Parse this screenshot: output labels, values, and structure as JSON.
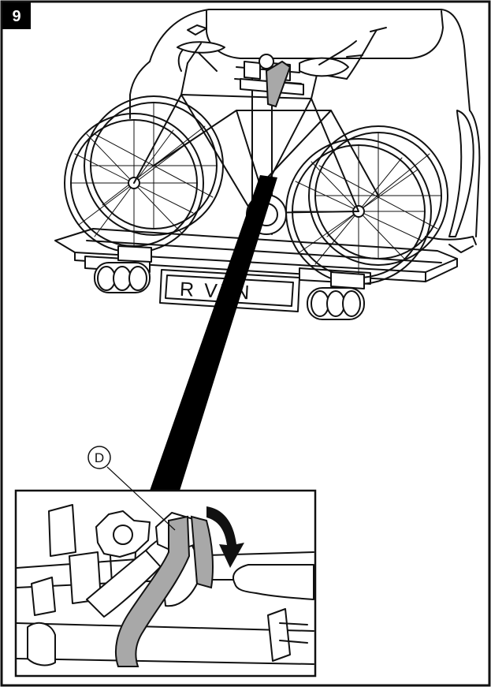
{
  "step": {
    "number": "9"
  },
  "plate": {
    "text": "R VEN"
  },
  "callout": {
    "label": "D"
  },
  "colors": {
    "strap": "#a8a8a8",
    "outline": "#111111",
    "background": "#ffffff",
    "step_badge": "#000000"
  },
  "icons": [
    "bicycle",
    "bike-carrier",
    "license-plate",
    "tail-light",
    "strap",
    "rotation-arrow",
    "knob"
  ]
}
